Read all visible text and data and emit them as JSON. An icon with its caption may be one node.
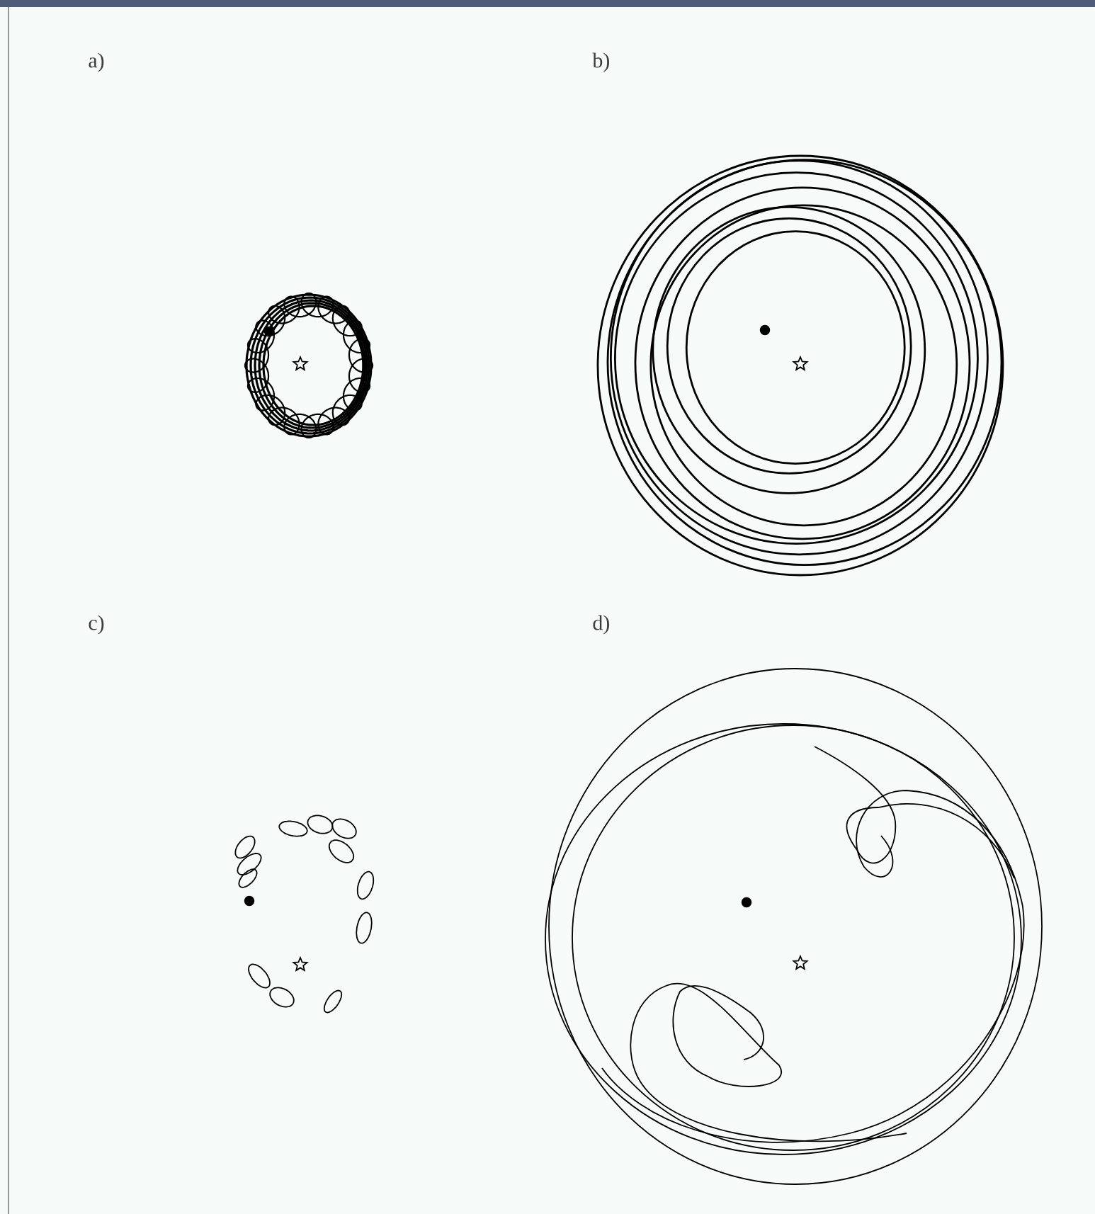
{
  "diagram": {
    "labels": [
      "a)",
      "b)",
      "c)",
      "d)"
    ]
  }
}
